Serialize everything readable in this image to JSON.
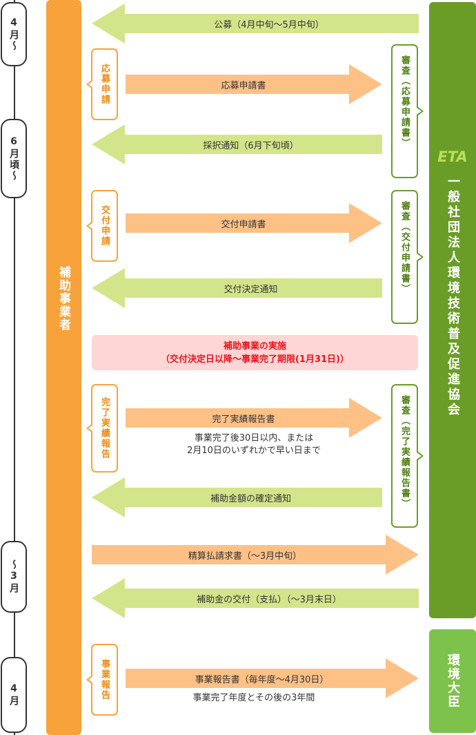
{
  "timeline": [
    {
      "label": "4月〜"
    },
    {
      "label": "6月頃〜"
    },
    {
      "label": "〜3月"
    },
    {
      "label": "4月"
    }
  ],
  "actors": {
    "left": "補助事業者",
    "right": "一般社団法人環境技術普及促進協会",
    "right_logo": "ETA",
    "bottom_right": "環境大臣"
  },
  "callouts": [
    {
      "label": "応募申請"
    },
    {
      "label": "交付申請"
    },
    {
      "label": "完了実績報告"
    },
    {
      "label": "事業報告"
    }
  ],
  "reviews": [
    {
      "label": "審査（応募申請書）"
    },
    {
      "label": "審査（交付申請書）"
    },
    {
      "label": "審査（完了実績報告書）"
    }
  ],
  "arrows": [
    {
      "label": "公募（4月中旬〜5月中旬）",
      "direction": "left"
    },
    {
      "label": "応募申請書",
      "direction": "right"
    },
    {
      "label": "採択通知（6月下旬頃）",
      "direction": "left"
    },
    {
      "label": "交付申請書",
      "direction": "right"
    },
    {
      "label": "交付決定通知",
      "direction": "left"
    },
    {
      "label": "完了実績報告書",
      "direction": "right"
    },
    {
      "label": "補助金額の確定通知",
      "direction": "left"
    },
    {
      "label": "精算払請求書（〜3月中旬）",
      "direction": "right"
    },
    {
      "label": "補助金の交付（支払）（〜3月末日）",
      "direction": "left"
    },
    {
      "label": "事業報告書（毎年度〜4月30日）",
      "direction": "right"
    }
  ],
  "notes": {
    "completion_line1": "事業完了後30日以内、または",
    "completion_line2": "2月10日のいずれかで早い日まで",
    "report": "事業完了年度とその後の3年間"
  },
  "implementation": {
    "line1": "補助事業の実施",
    "line2": "（交付決定日以降〜事業完了期限(1月31日)）"
  },
  "colors": {
    "orange": "#f7a23a",
    "orange_arrow": "#fdc186",
    "green_dark": "#6a9d28",
    "green_light": "#7dc24a",
    "green_arrow": "#d3e58b",
    "pink": "#ffd6d6",
    "red": "#e8141d"
  }
}
